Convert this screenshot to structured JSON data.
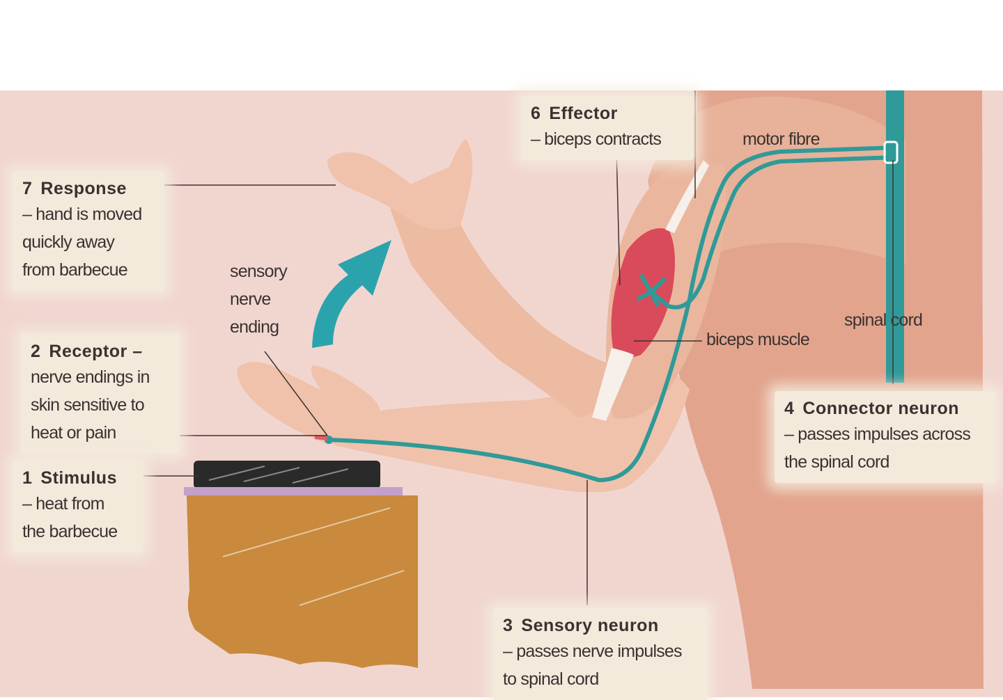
{
  "labels": {
    "response": {
      "num": "7",
      "title": "Response",
      "lines": [
        "– hand is moved",
        "quickly away",
        "from barbecue"
      ]
    },
    "receptor": {
      "num": "2",
      "title": "Receptor –",
      "lines": [
        "nerve endings in",
        "skin sensitive to",
        "heat or pain"
      ]
    },
    "stimulus": {
      "num": "1",
      "title": "Stimulus",
      "lines": [
        "– heat from",
        "the barbecue"
      ]
    },
    "effector": {
      "num": "6",
      "title": "Effector",
      "lines": [
        "– biceps contracts"
      ]
    },
    "connector": {
      "num": "4",
      "title": "Connector neuron",
      "lines": [
        "– passes impulses across",
        "the spinal cord"
      ]
    },
    "sensory": {
      "num": "3",
      "title": "Sensory neuron",
      "lines": [
        "– passes nerve impulses",
        "to spinal cord"
      ]
    },
    "sensory_ending": [
      "sensory",
      "nerve",
      "ending"
    ],
    "motor_fibre": "motor fibre",
    "spinal_cord": "spinal cord",
    "biceps_muscle": "biceps muscle"
  },
  "colors": {
    "background": "#f1d6d0",
    "skin": "#eab79e",
    "neuron": "#2f9a98",
    "muscle": "#d94a5a",
    "arrow": "#2ba3ad",
    "barbecue_top": "#2a2a2a",
    "barbecue_box": "#c98a3e",
    "label_bg": "#f3eadc"
  }
}
